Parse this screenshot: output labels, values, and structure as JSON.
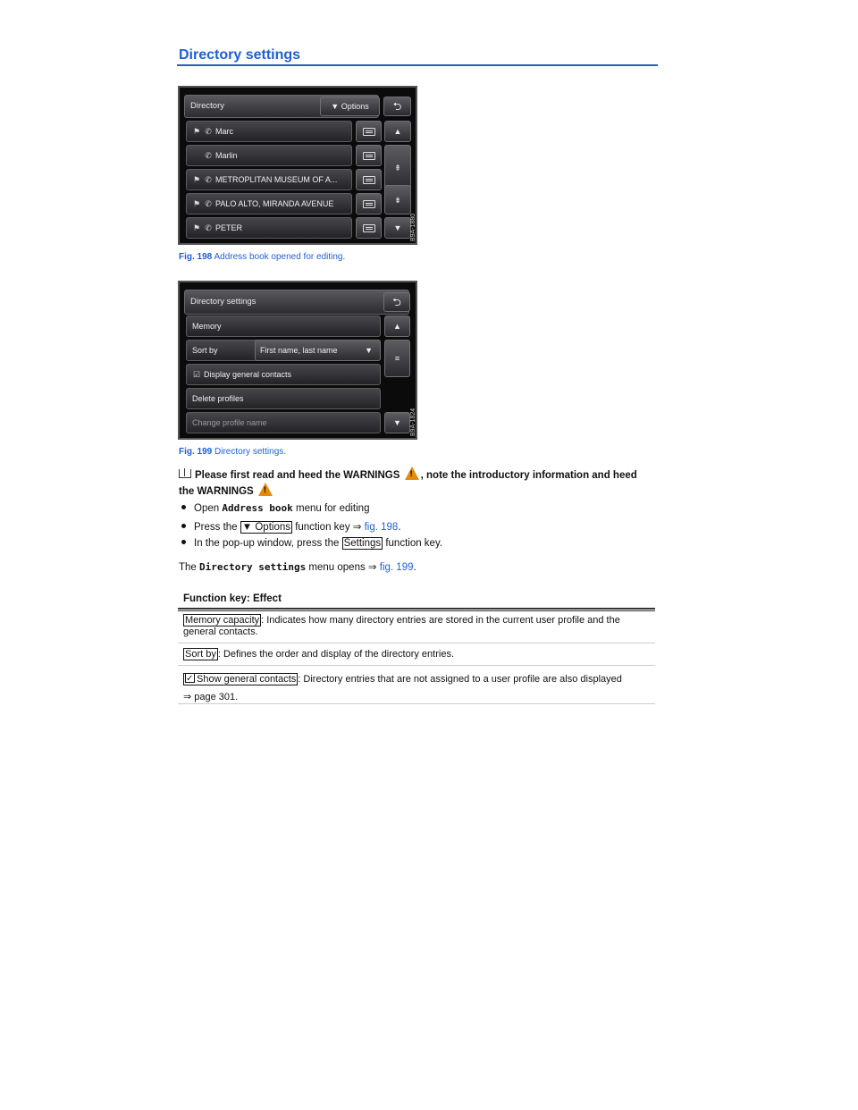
{
  "section_title": "Directory settings",
  "fig198": {
    "header": "Directory",
    "options_label": "▼ Options",
    "back_symbol": "⮌",
    "rows": [
      {
        "name": "Marc",
        "flag": true
      },
      {
        "name": "Marlin",
        "flag": false
      },
      {
        "name": "METROPLITAN MUSEUM OF A...",
        "flag": true
      },
      {
        "name": "PALO ALTO, MIRANDA AVENUE",
        "flag": true
      },
      {
        "name": "PETER",
        "flag": true
      }
    ],
    "side_id": "B9A-1880",
    "caption_num": "Fig. 198",
    "caption_text": "Address book opened for editing."
  },
  "fig199": {
    "header": "Directory settings",
    "back_symbol": "⮌",
    "memory_label": "Memory",
    "sort_label": "Sort by",
    "sort_value": "First name, last name",
    "display_general_label": "Display general contacts",
    "delete_profiles_label": "Delete profiles",
    "change_profile_label": "Change profile name",
    "side_id": "B9A-1824",
    "caption_num": "Fig. 199",
    "caption_text": "Directory settings."
  },
  "intro": {
    "line1_a": "Please first read and heed the WARNINGS",
    "line1_b": ", note the introductory information and heed",
    "line2": "the WARNINGS"
  },
  "steps": [
    {
      "pre": "Open ",
      "code": "Address book",
      "post": " menu for editing"
    },
    {
      "pre": "Press the ",
      "key": "▼ Options",
      "mid": " function key ⇒ ",
      "link": "fig. 198",
      "post": "."
    },
    {
      "pre": "In the pop-up window, press the ",
      "key": "Settings",
      "post": " function key."
    }
  ],
  "opens": {
    "pre": "The ",
    "code": "Directory settings",
    "mid": " menu opens ⇒ ",
    "link": "fig. 199",
    "post": "."
  },
  "table": {
    "header": "Function key: Effect",
    "rows": [
      {
        "key": "Memory capacity",
        "text": ": Indicates how many directory entries are stored in the current user profile and the",
        "text2": "general contacts."
      },
      {
        "key": "Sort by",
        "text": ": Defines the order and display of the directory entries."
      },
      {
        "key": "Show general contacts",
        "text": ": Directory entries that are not assigned to a user profile are also displayed",
        "text2": "⇒ page 301."
      }
    ]
  }
}
